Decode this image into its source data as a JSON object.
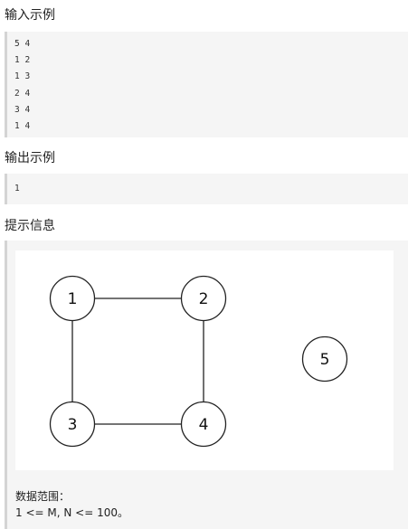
{
  "input_example": {
    "heading": "输入示例",
    "lines": [
      "5 4",
      "1 2",
      "1 3",
      "2 4",
      "3 4",
      "1 4"
    ]
  },
  "output_example": {
    "heading": "输出示例",
    "lines": [
      "1"
    ]
  },
  "hint": {
    "heading": "提示信息",
    "graph": {
      "nodes": [
        "1",
        "2",
        "3",
        "4",
        "5"
      ],
      "edges": [
        [
          "1",
          "2"
        ],
        [
          "1",
          "3"
        ],
        [
          "2",
          "4"
        ],
        [
          "3",
          "4"
        ]
      ]
    },
    "range_title": "数据范围：",
    "range_value": "1 <= M, N <= 100。"
  }
}
